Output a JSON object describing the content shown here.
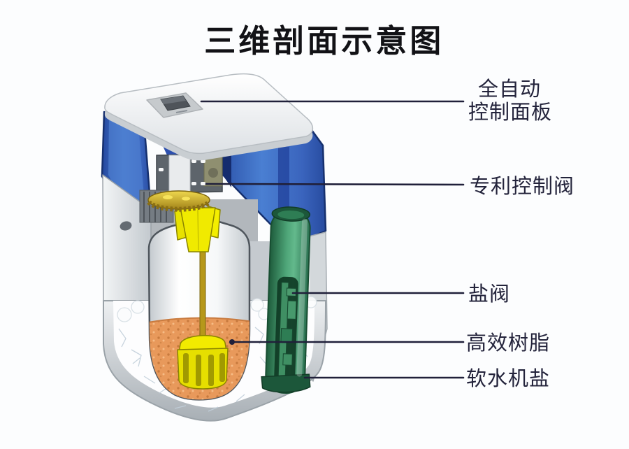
{
  "title": "三维剖面示意图",
  "diagram": {
    "subject": "water-softener-cutaway",
    "parts": [
      {
        "id": "auto-control-panel",
        "label_line1": "全自动",
        "label_line2": "控制面板"
      },
      {
        "id": "patent-control-valve",
        "label": "专利控制阀"
      },
      {
        "id": "salt-valve",
        "label": "盐阀"
      },
      {
        "id": "high-efficiency-resin",
        "label": "高效树脂"
      },
      {
        "id": "softener-salt",
        "label": "软水机盐"
      }
    ],
    "colors": {
      "shell_blue": "#2f5cb4",
      "shell_blue_dark": "#16306e",
      "lid_white": "#eef1f3",
      "cabinet_gray": "#d6dadd",
      "resin_orange": "#e8995b",
      "injector_yellow": "#f0ea00",
      "gear_brass": "#cfae2a",
      "tube_green": "#3f8f63",
      "salt_white": "#ffffff",
      "leader_line": "#20203a",
      "label_text": "#23233b",
      "title_text": "#121216"
    }
  }
}
